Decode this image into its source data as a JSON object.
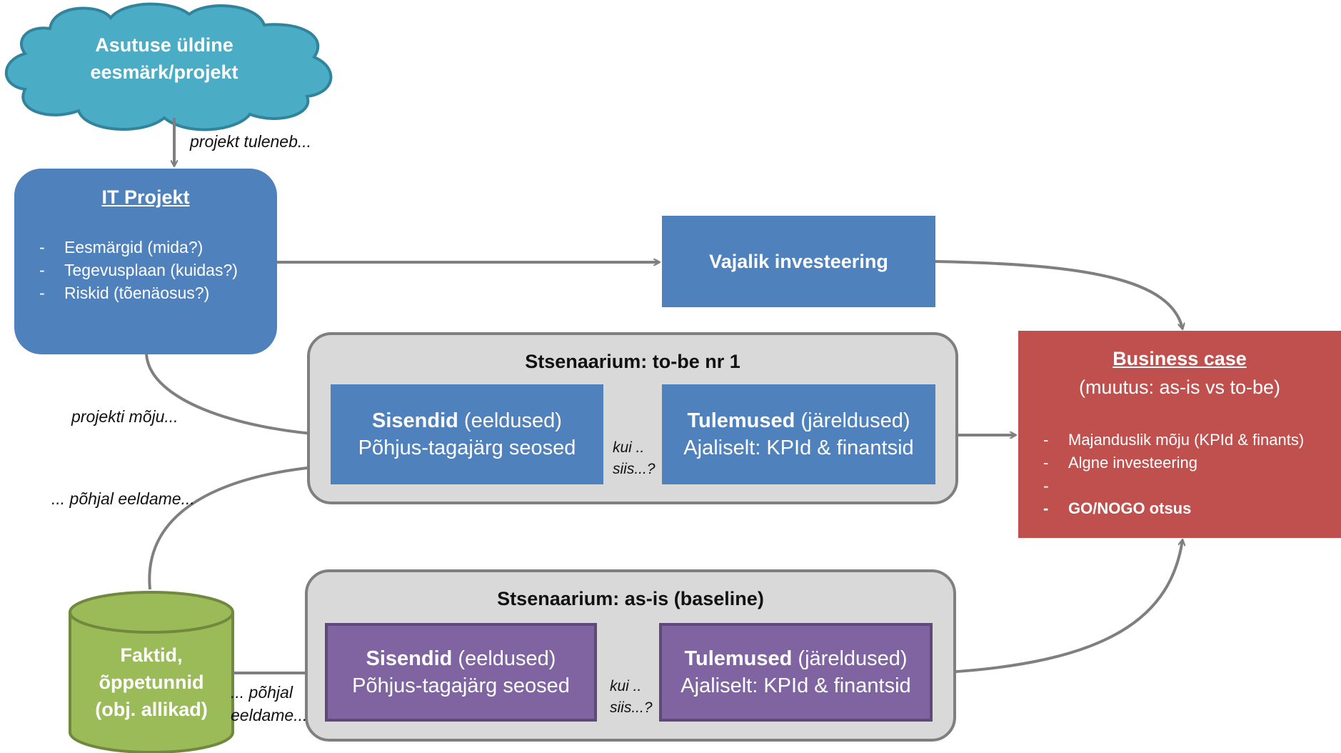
{
  "cloud": {
    "line1": "Asutuse üldine",
    "line2": "eesmärk/projekt"
  },
  "it_project": {
    "title": "IT Projekt",
    "items": [
      "Eesmärgid (mida?)",
      "Tegevusplaan (kuidas?)",
      "Riskid (tõenäosus?)"
    ]
  },
  "investment": {
    "label": "Vajalik investeering"
  },
  "scenario_tobe": {
    "title": "Stsenaarium: to-be nr 1",
    "inputs": {
      "bold": "Sisendid",
      "rest": " (eeldused)",
      "line2": "Põhjus-tagajärg seosed"
    },
    "outputs": {
      "bold": "Tulemused",
      "rest": " (järeldused)",
      "line2": "Ajaliselt: KPId & finantsid"
    }
  },
  "scenario_asis": {
    "title": "Stsenaarium: as-is (baseline)",
    "inputs": {
      "bold": "Sisendid",
      "rest": " (eeldused)",
      "line2": "Põhjus-tagajärg seosed"
    },
    "outputs": {
      "bold": "Tulemused",
      "rest": " (järeldused)",
      "line2": "Ajaliselt: KPId & finantsid"
    }
  },
  "business_case": {
    "title": "Business case",
    "subtitle": "(muutus: as-is vs to-be)",
    "items": [
      "Majanduslik mõju (KPId & finants)",
      "Algne investeering"
    ],
    "decision": "GO/NOGO otsus"
  },
  "facts": {
    "line1": "Faktid,",
    "line2": "õppetunnid",
    "line3": "(obj. allikad)"
  },
  "labels": {
    "project_follows": "projekt tuleneb...",
    "project_impact": "projekti mõju...",
    "based_on_assume": "... põhjal eeldame...",
    "based_on_line1": "... põhjal",
    "based_on_line2": "eeldame...",
    "if_line1": "kui ..",
    "if_line2": "siis...?"
  },
  "colors": {
    "blue": "#4f81bd",
    "cloud": "#4bacc6",
    "red": "#c0504d",
    "purple": "#8064a2",
    "purple_border": "#5f497a",
    "green": "#9bbb59",
    "green_border": "#71893f",
    "gray_fill": "#d9d9d9",
    "arrow": "#7f7f7f"
  }
}
